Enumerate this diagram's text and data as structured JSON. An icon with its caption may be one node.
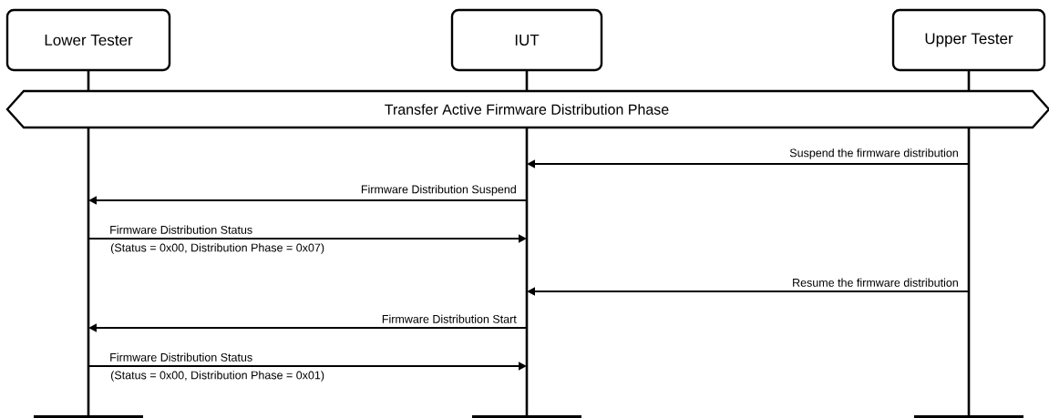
{
  "diagram": {
    "nodes": [
      {
        "text": [
          "Lower Tester"
        ]
      },
      {
        "text": [
          "IUT"
        ]
      },
      {
        "text": [
          "Upper Tester"
        ]
      },
      {
        "text": [
          "Transfer Active Firmware Distribution Phase"
        ]
      }
    ],
    "edges": [
      {
        "from": 2,
        "to": 1,
        "arrow": "to",
        "label": "Suspend the firmware distribution"
      },
      {
        "from": 1,
        "to": 0,
        "arrow": "to",
        "label": "Firmware Distribution Suspend"
      },
      {
        "from": 0,
        "to": 1,
        "arrow": "to",
        "label": "Firmware Distribution Status"
      },
      {
        "from": 2,
        "to": 1,
        "arrow": "to",
        "label": "Resume the firmware distribution"
      },
      {
        "from": 1,
        "to": 0,
        "arrow": "to",
        "label": "Firmware Distribution Start"
      },
      {
        "from": 0,
        "to": 1,
        "arrow": "to",
        "label": "Firmware Distribution Status"
      }
    ],
    "labels": [
      "(Status = 0x00, Distribution Phase = 0x07)",
      "(Status = 0x00, Distribution Phase = 0x01)"
    ]
  }
}
